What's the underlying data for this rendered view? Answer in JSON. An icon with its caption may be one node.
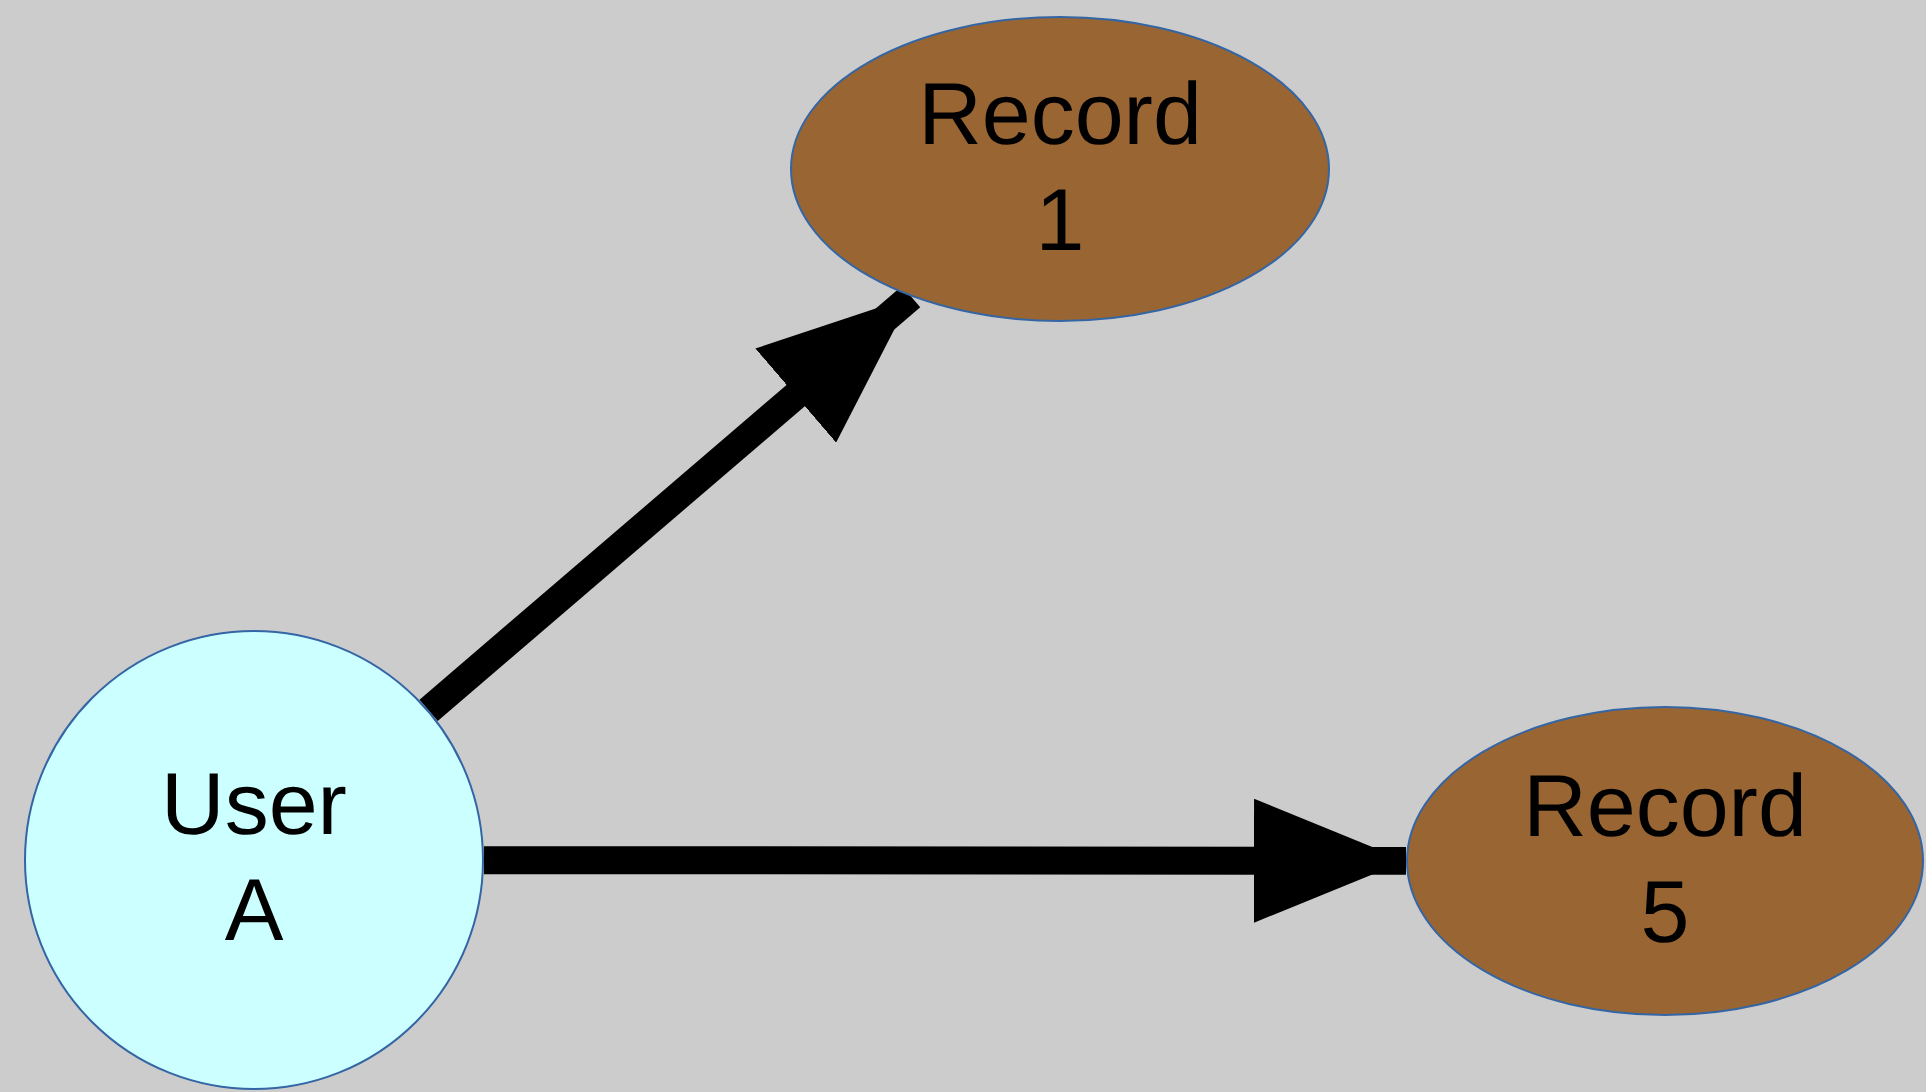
{
  "diagram": {
    "nodes": [
      {
        "text": [
          "User A"
        ]
      },
      {
        "text": [
          "Record 1"
        ]
      },
      {
        "text": [
          "Record 5"
        ]
      }
    ],
    "edges": [
      {
        "from": 0,
        "to": 1,
        "arrow": "to"
      },
      {
        "from": 0,
        "to": 2,
        "arrow": "to"
      }
    ]
  }
}
